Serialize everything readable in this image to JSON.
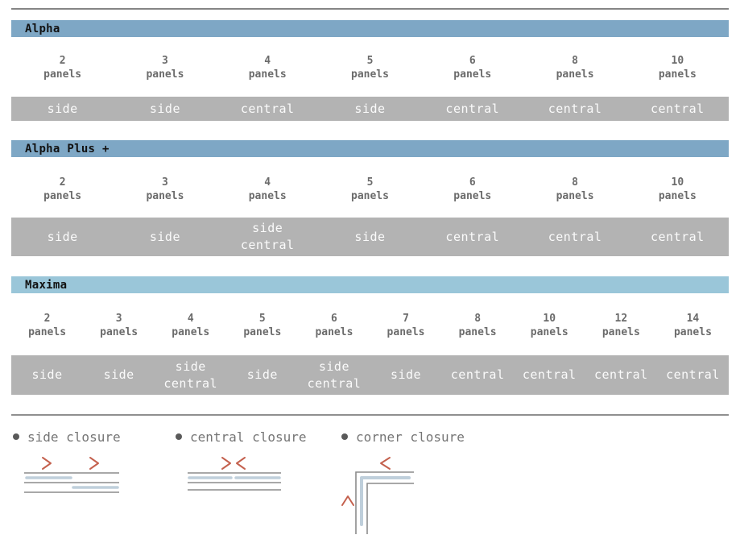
{
  "labels": {
    "panels": "panels"
  },
  "colors": {
    "header_blue": "#7ea7c5",
    "header_blue_light": "#9ac6d9",
    "bar_gray": "#b3b3b3",
    "accent_red": "#c4614e",
    "diagram_blue": "#bfcfdb",
    "diagram_line_gray": "#8c8c8c",
    "text_gray": "#6b6b6b"
  },
  "sections": [
    {
      "title": "Alpha",
      "columns": [
        {
          "count": "2",
          "closure": "side"
        },
        {
          "count": "3",
          "closure": "side"
        },
        {
          "count": "4",
          "closure": "central"
        },
        {
          "count": "5",
          "closure": "side"
        },
        {
          "count": "6",
          "closure": "central"
        },
        {
          "count": "8",
          "closure": "central"
        },
        {
          "count": "10",
          "closure": "central"
        }
      ]
    },
    {
      "title": "Alpha Plus +",
      "columns": [
        {
          "count": "2",
          "closure": "side"
        },
        {
          "count": "3",
          "closure": "side"
        },
        {
          "count": "4",
          "closure": "side\ncentral"
        },
        {
          "count": "5",
          "closure": "side"
        },
        {
          "count": "6",
          "closure": "central"
        },
        {
          "count": "8",
          "closure": "central"
        },
        {
          "count": "10",
          "closure": "central"
        }
      ]
    },
    {
      "title": "Maxima",
      "columns": [
        {
          "count": "2",
          "closure": "side"
        },
        {
          "count": "3",
          "closure": "side"
        },
        {
          "count": "4",
          "closure": "side\ncentral"
        },
        {
          "count": "5",
          "closure": "side"
        },
        {
          "count": "6",
          "closure": "side\ncentral"
        },
        {
          "count": "7",
          "closure": "side"
        },
        {
          "count": "8",
          "closure": "central"
        },
        {
          "count": "10",
          "closure": "central"
        },
        {
          "count": "12",
          "closure": "central"
        },
        {
          "count": "14",
          "closure": "central"
        }
      ]
    }
  ],
  "legend": {
    "items": [
      {
        "label": "side closure"
      },
      {
        "label": "central closure"
      },
      {
        "label": "corner closure"
      }
    ]
  }
}
